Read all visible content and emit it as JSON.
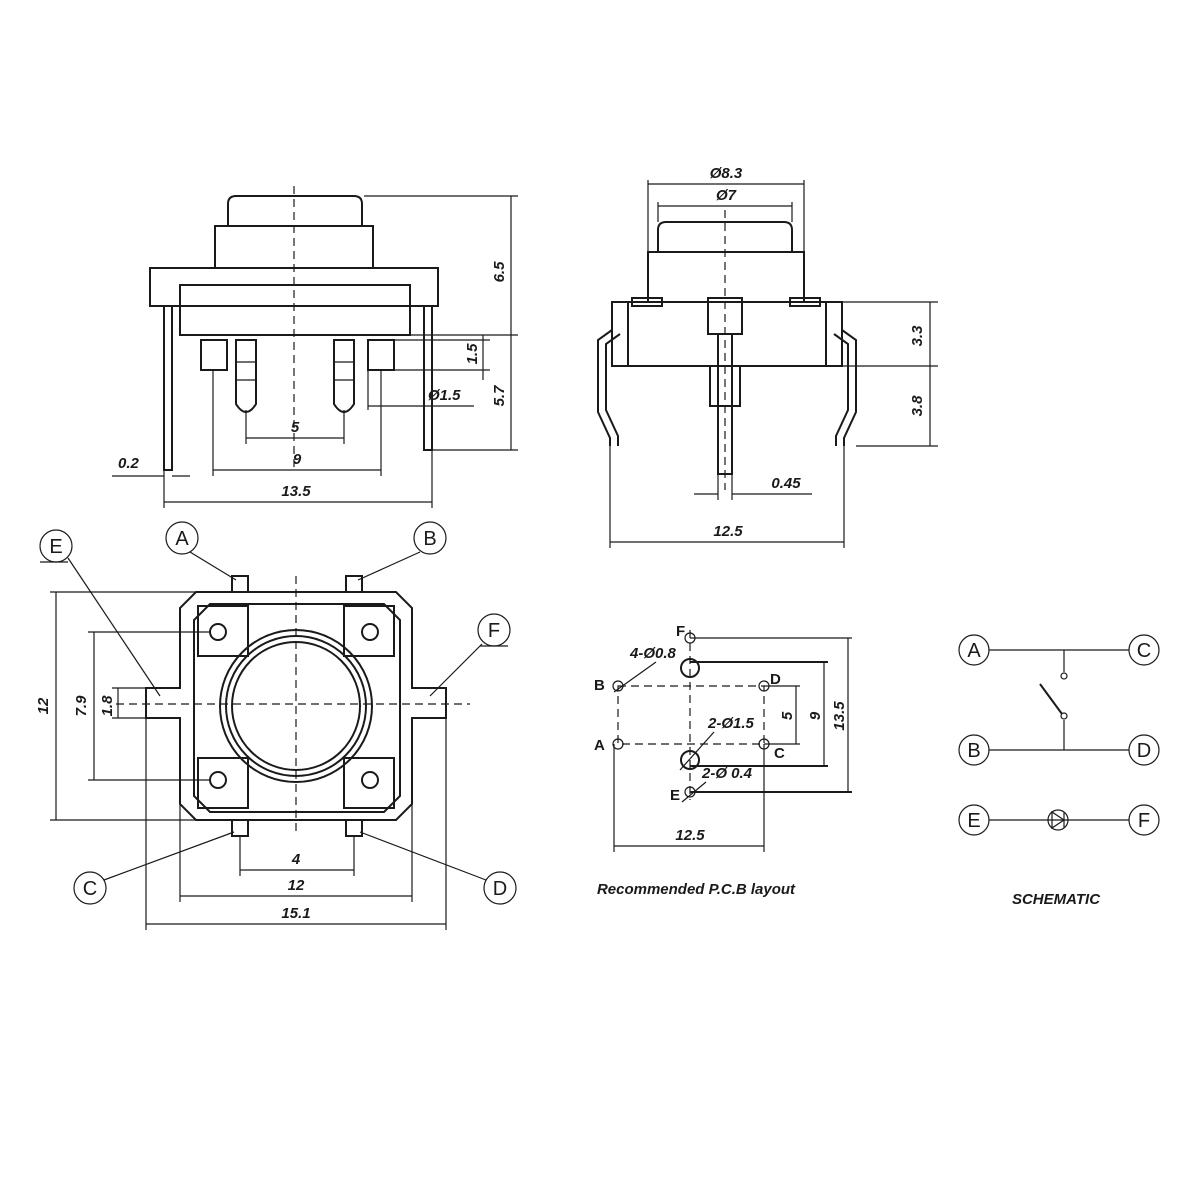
{
  "front_view": {
    "dims": {
      "height_total": "6.5",
      "pin_top": "1.5",
      "pin_len": "5.7",
      "pin_dia": "Ø1.5",
      "pin_pitch_inner": "5",
      "pin_pitch_outer": "9",
      "body_width": "13.5",
      "lead_thickness": "0.2"
    }
  },
  "side_view": {
    "dims": {
      "cap_outer": "Ø8.3",
      "cap_inner": "Ø7",
      "body_height": "3.3",
      "lead_height": "3.8",
      "lead_width": "0.45",
      "lead_span": "12.5"
    }
  },
  "bottom_view": {
    "labels": [
      "A",
      "B",
      "C",
      "D",
      "E",
      "F"
    ],
    "dims": {
      "height": "12",
      "inner_height": "7.9",
      "tab_height": "1.8",
      "pin_gap": "4",
      "body": "12",
      "overall": "15.1"
    }
  },
  "pcb_layout": {
    "caption": "Recommended P.C.B layout",
    "pins": [
      "F",
      "B",
      "A",
      "D",
      "C",
      "E"
    ],
    "dims": {
      "hole_small": "4-Ø0.8",
      "hole_large": "2-Ø1.5",
      "hole_led": "2-Ø 0.4",
      "pitch_5": "5",
      "pitch_9": "9",
      "pitch_13_5": "13.5",
      "width": "12.5"
    }
  },
  "schematic": {
    "caption": "SCHEMATIC",
    "terminals": [
      "A",
      "C",
      "B",
      "D",
      "E",
      "F"
    ]
  }
}
